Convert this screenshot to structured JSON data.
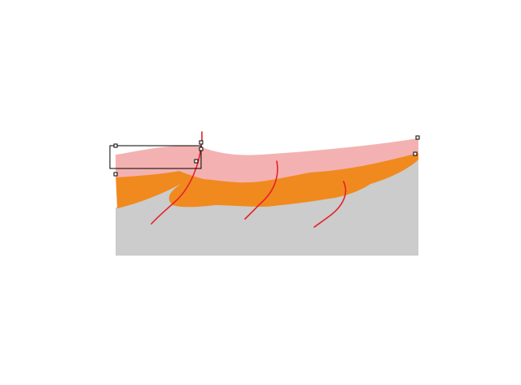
{
  "diagram": {
    "layers": [
      {
        "id": "top-layer",
        "color": "#f3b2b1"
      },
      {
        "id": "middle-layer",
        "color": "#f08a1e"
      },
      {
        "id": "basement",
        "color": "#cbcccb"
      }
    ],
    "fault_color": "#e8202a",
    "fault_count": 3,
    "selection": {
      "stroke": "#000000",
      "handle_fill": "#ffffff"
    }
  }
}
